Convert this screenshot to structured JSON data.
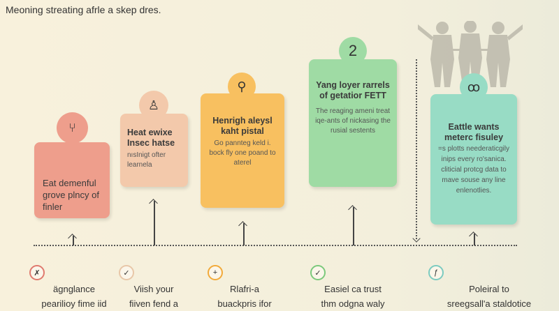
{
  "title": "Meoning streating afrle a skep dres.",
  "cards": [
    {
      "heading": "Eat demenful grove plncy of finler",
      "body": "",
      "icon": "chair-icon",
      "color": "#ee9e8c"
    },
    {
      "heading": "Heat ewixe Insec hatse",
      "body": "nısInigt ofter learnela",
      "icon": "person-pin-icon",
      "color": "#f3c9ab"
    },
    {
      "heading": "Henrigh aleysl kaht pistal",
      "body": "Go pannteg keld i. bock fly one poand to aterel",
      "icon": "lamp-icon",
      "color": "#f8c060"
    },
    {
      "heading": "Yang loyer rarrels of getatior FETT",
      "body": "The reaging ameni treat iqe-ants of nickasing the rusial sestents",
      "icon": "number-two-icon",
      "color": "#9fdba4"
    },
    {
      "heading": "Eattle wants meterc fisuley",
      "body": "=s plotts neederaticgily inips every ro'sanica. cliticial protcg data to mave souse any line enlenotlies.",
      "icon": "ribbon-icon",
      "color": "#98dcc5"
    }
  ],
  "steps": [
    {
      "line1": "ägnglance",
      "line2": "pearilioy fime iid",
      "symbol": "✗",
      "color": "#e07a6e"
    },
    {
      "line1": "Viish your",
      "line2": "fiiven fend a",
      "symbol": "✓",
      "color": "#e8c7a8"
    },
    {
      "line1": "Rlafri-a",
      "line2": "buackpris ifor",
      "symbol": "+",
      "color": "#f2aa3a"
    },
    {
      "line1": "Easiel ca trust",
      "line2": "thm odgna waly",
      "symbol": "✓",
      "color": "#7cc97c"
    },
    {
      "line1": "Poleiral to",
      "line2": "sreegsall'a staldotice",
      "symbol": "ƒ",
      "color": "#7ccbc0"
    }
  ]
}
